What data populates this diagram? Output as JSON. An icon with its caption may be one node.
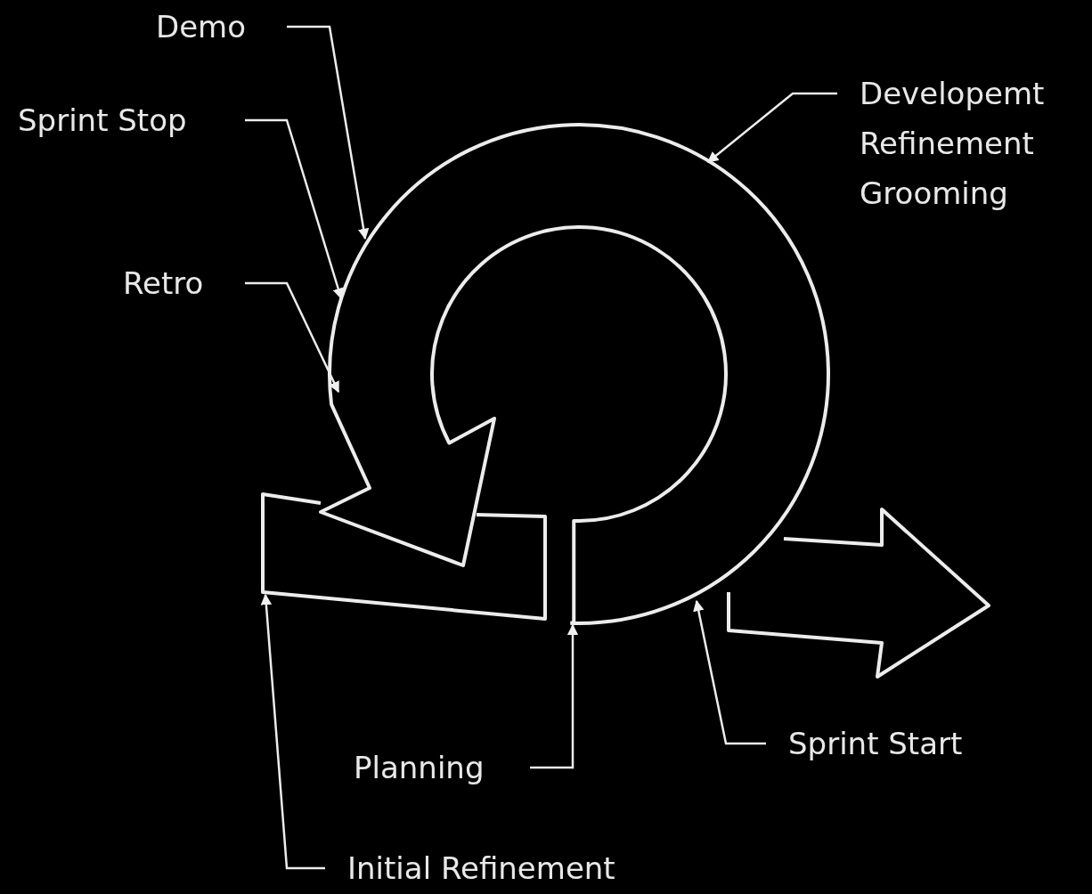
{
  "diagram": {
    "nodes": [
      {
        "text": [
          "Demo"
        ]
      },
      {
        "text": [
          "Sprint Stop"
        ]
      },
      {
        "text": [
          "Developemt Refinement Grooming"
        ]
      },
      {
        "text": [
          "Retro"
        ]
      },
      {
        "text": [
          "Sprint Start"
        ]
      },
      {
        "text": [
          "Planning"
        ]
      },
      {
        "text": [
          "Initial Refinement"
        ]
      }
    ],
    "edges": [
      {
        "from": 0,
        "to": null,
        "arrow": "to"
      },
      {
        "from": 1,
        "to": null,
        "arrow": "to"
      },
      {
        "from": 2,
        "to": null,
        "arrow": "to"
      },
      {
        "from": 3,
        "to": null,
        "arrow": "to"
      },
      {
        "from": 4,
        "to": null,
        "arrow": "to"
      },
      {
        "from": 5,
        "to": null,
        "arrow": "to"
      },
      {
        "from": 6,
        "to": null,
        "arrow": "to"
      }
    ]
  }
}
